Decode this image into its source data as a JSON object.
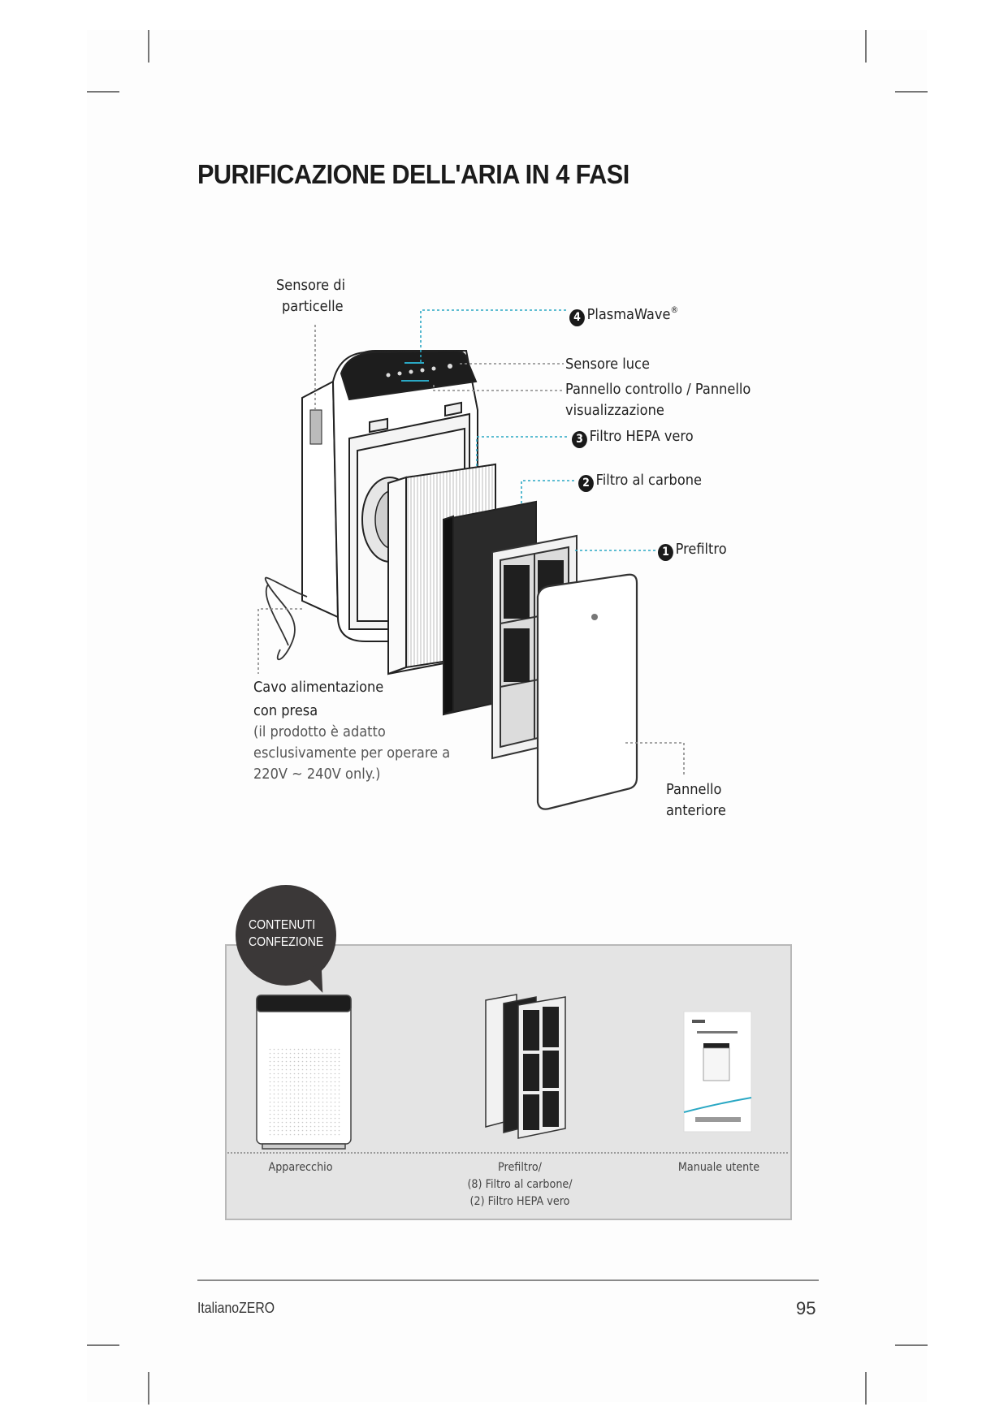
{
  "title": "PURIFICAZIONE DELL'ARIA IN 4 FASI",
  "diagram": {
    "labels": {
      "particle_sensor": [
        "Sensore di",
        "particelle"
      ],
      "plasmawave": {
        "number": "4",
        "text": "PlasmaWave",
        "mark": "®"
      },
      "light_sensor": "Sensore luce",
      "control_panel": [
        "Pannello controllo / Pannello",
        "visualizzazione"
      ],
      "hepa_filter": {
        "number": "3",
        "text": "Filtro HEPA vero"
      },
      "carbon_filter": {
        "number": "2",
        "text": "Filtro al carbone"
      },
      "prefilter": {
        "number": "1",
        "text": "Prefiltro"
      },
      "power_cord": [
        "Cavo alimentazione",
        "con presa"
      ],
      "power_note": [
        "(il prodotto è adatto",
        "esclusivamente per operare a",
        "220V ~ 240V only.)"
      ],
      "front_panel": [
        "Pannello",
        "anteriore"
      ]
    },
    "leader_color": "#2aa8c4",
    "leader_grey": "#8a8a8a"
  },
  "package": {
    "badge": [
      "CONTENUTI",
      "CONFEZIONE"
    ],
    "items": [
      {
        "caption": [
          "Apparecchio"
        ]
      },
      {
        "caption": [
          "Prefiltro/",
          "(8) Filtro al carbone/",
          "(2) Filtro HEPA vero"
        ]
      },
      {
        "caption": [
          "Manuale utente"
        ]
      }
    ]
  },
  "footer": {
    "left": "ItalianoZERO",
    "page_number": "95"
  }
}
